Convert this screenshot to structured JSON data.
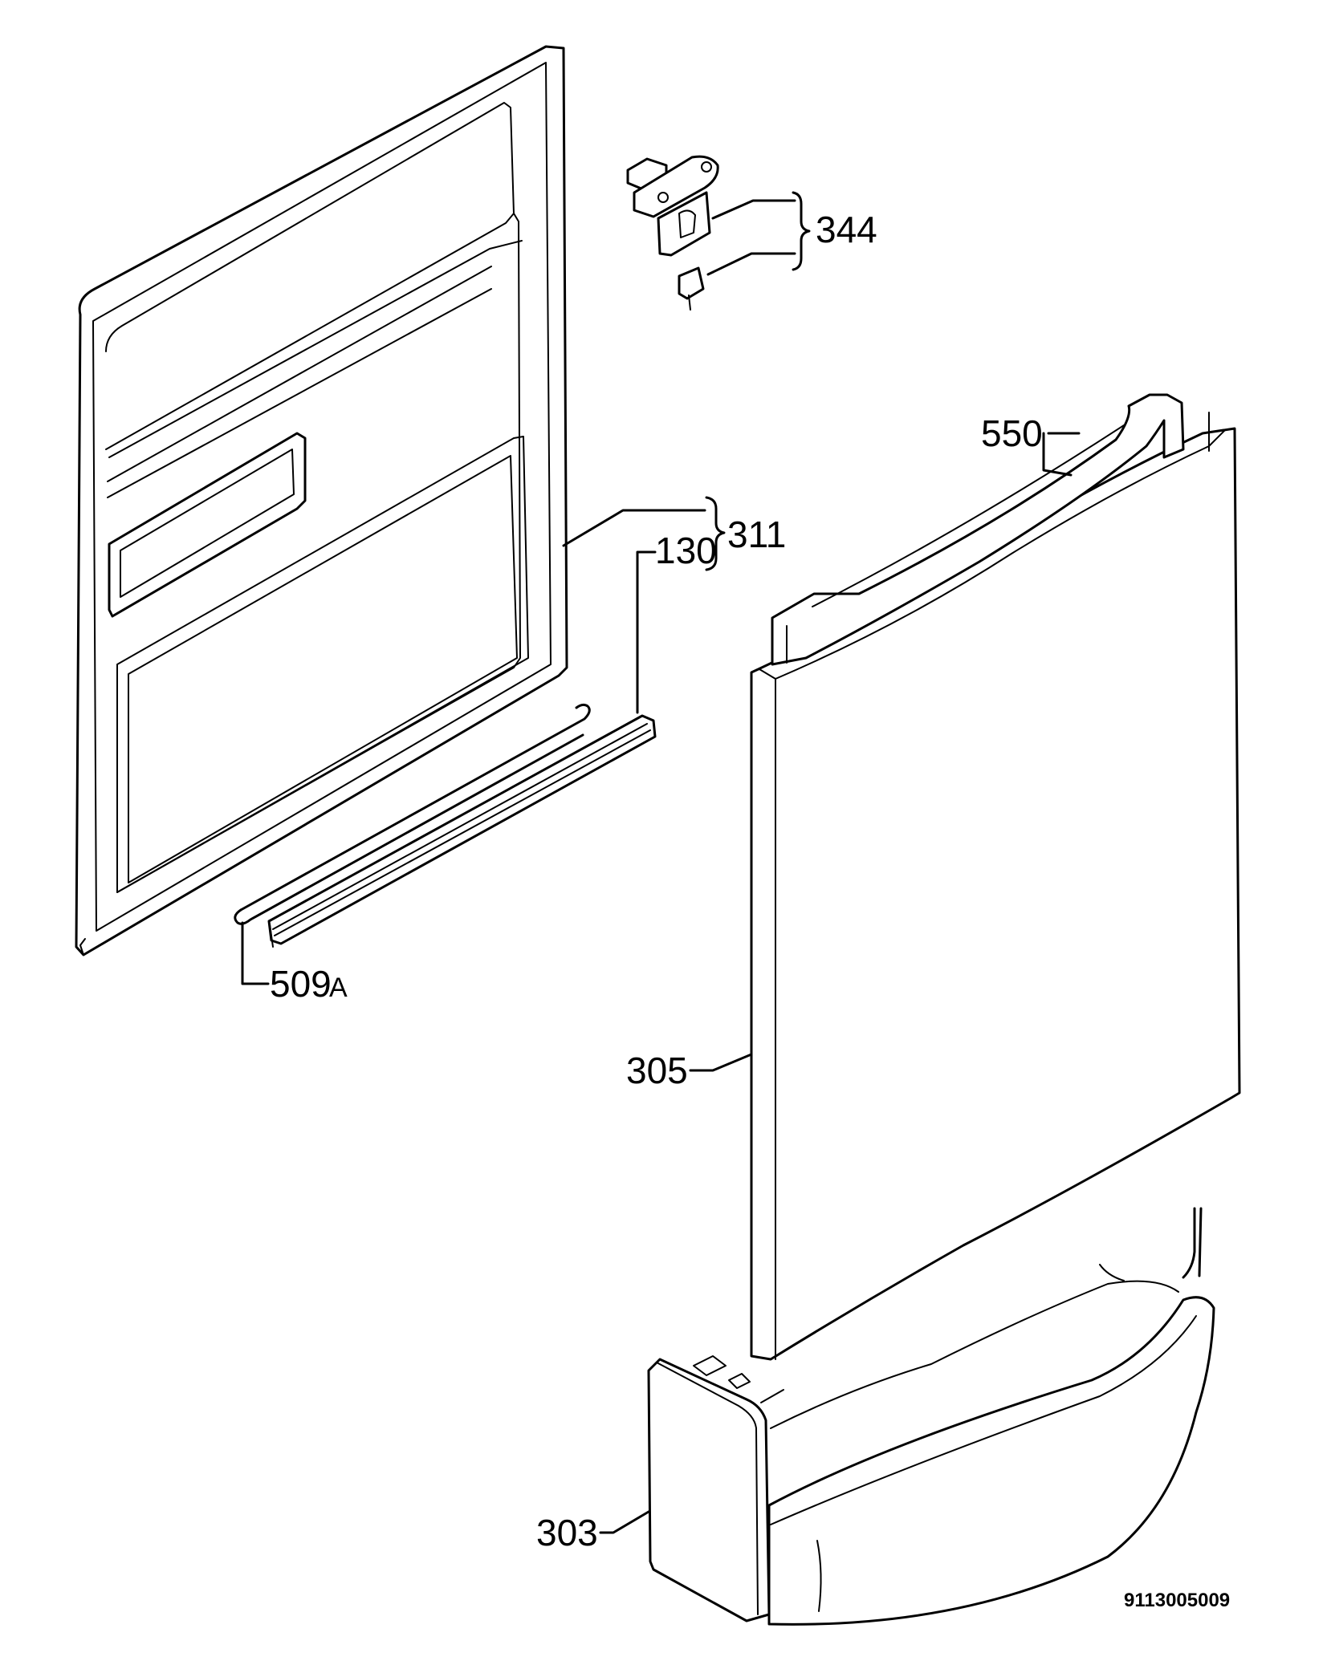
{
  "labels": {
    "part_344": "344",
    "part_550": "550",
    "part_311": "311",
    "part_130": "130",
    "part_509": "509",
    "part_509_suffix": "A",
    "part_305": "305",
    "part_303": "303"
  },
  "document_number": "9113005009"
}
